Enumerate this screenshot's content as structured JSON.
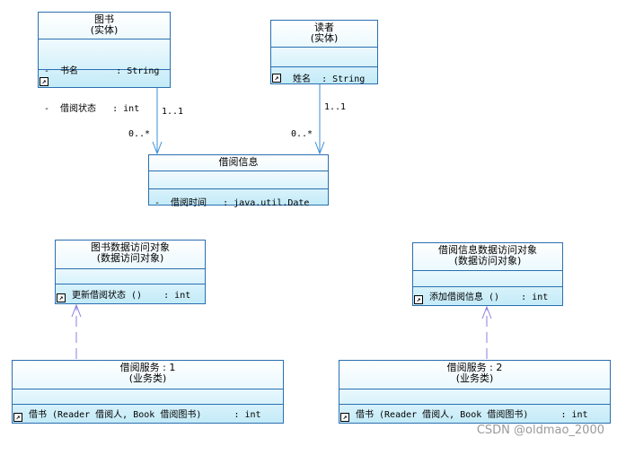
{
  "classes": {
    "book": {
      "name": "图书",
      "stereotype": "(实体)",
      "attributes": [
        "-  书名       : String",
        "-  借阅状态   : int"
      ]
    },
    "reader": {
      "name": "读者",
      "stereotype": "(实体)",
      "attributes": [
        "-  姓名  : String"
      ]
    },
    "borrow_info": {
      "name": "借阅信息",
      "attributes": [
        "-  借阅时间   : java.util.Date"
      ]
    },
    "book_dao": {
      "name": "图书数据访问对象",
      "stereotype": "(数据访问对象)",
      "operation": "更新借阅状态 ()    : int"
    },
    "borrow_dao": {
      "name": "借阅信息数据访问对象",
      "stereotype": "(数据访问对象)",
      "operation": "添加借阅信息 ()    : int"
    },
    "service1": {
      "name": "借阅服务 : 1",
      "stereotype": "(业务类)",
      "operation": "借书 (Reader 借阅人, Book 借阅图书)      : int"
    },
    "service2": {
      "name": "借阅服务 : 2",
      "stereotype": "(业务类)",
      "operation": "借书 (Reader 借阅人, Book 借阅图书)      : int"
    }
  },
  "associations": {
    "book_to_borrow": {
      "source_mult": "1..1",
      "target_mult": "0..*"
    },
    "reader_to_borrow": {
      "source_mult": "1..1",
      "target_mult": "0..*"
    }
  },
  "colors": {
    "border": "#2b6fb0",
    "association": "#3a8fd6",
    "dependency": "#8a7fe0"
  },
  "watermark": "CSDN @oldmao_2000"
}
